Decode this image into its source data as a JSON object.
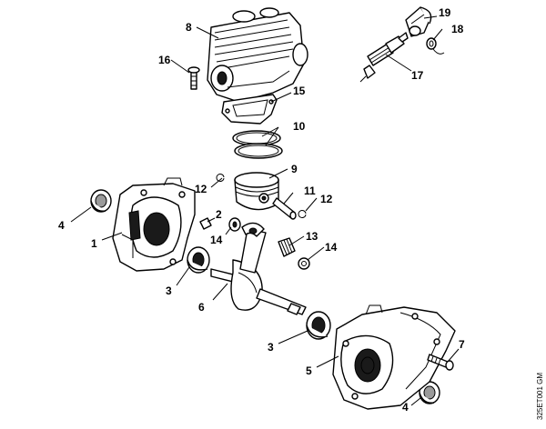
{
  "callouts": {
    "c1": "1",
    "c2": "2",
    "c3a": "3",
    "c3b": "3",
    "c4a": "4",
    "c4b": "4",
    "c5": "5",
    "c6": "6",
    "c7": "7",
    "c8": "8",
    "c9": "9",
    "c10": "10",
    "c11": "11",
    "c12a": "12",
    "c12b": "12",
    "c13": "13",
    "c14a": "14",
    "c14b": "14",
    "c15": "15",
    "c16": "16",
    "c17": "17",
    "c18": "18",
    "c19": "19"
  },
  "drawing_code": "325ET001 GM"
}
